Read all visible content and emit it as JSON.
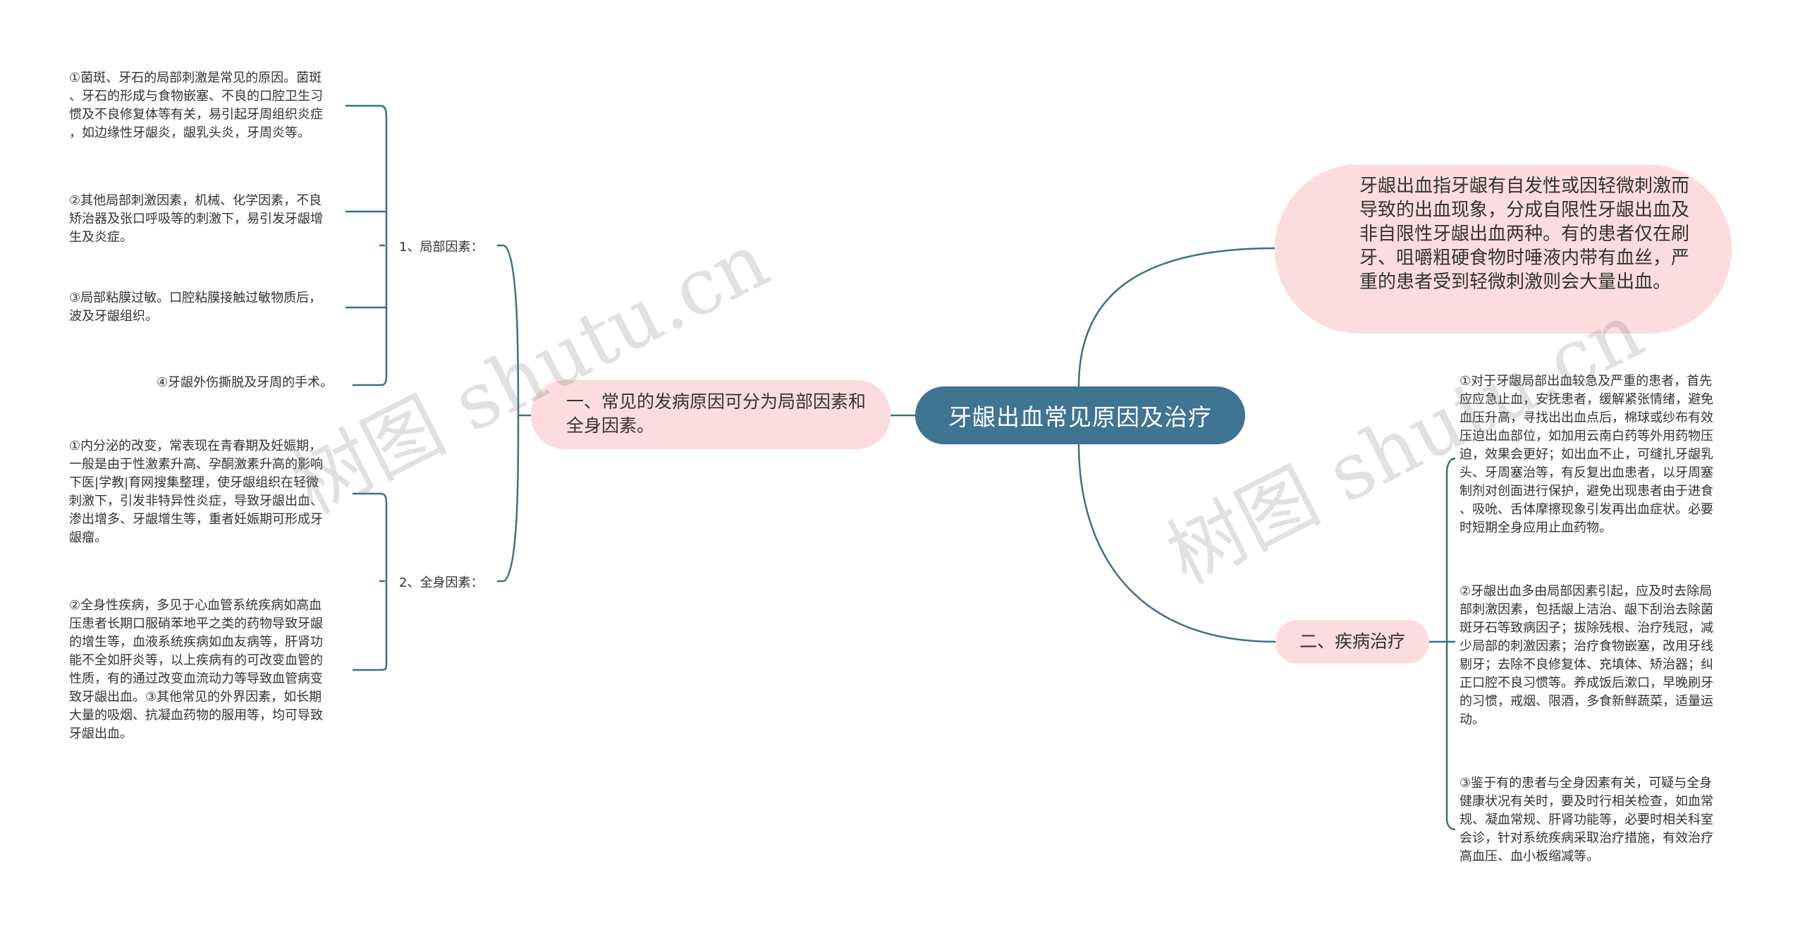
{
  "colors": {
    "root_bg": "#3f7493",
    "pink_node": "#fcdcdc",
    "link": "#3d6f87"
  },
  "root": {
    "text": "牙龈出血常见原因及治疗"
  },
  "definition": {
    "text": "牙龈出血指牙龈有自发性或因轻微刺激而导致的出血现象，分成自限性牙龈出血及非自限性牙龈出血两种。有的患者仅在刷牙、咀嚼粗硬食物时唾液内带有血丝，严重的患者受到轻微刺激则会大量出血。"
  },
  "causes": {
    "title": "一、常见的发病原因可分为局部因素和全身因素。",
    "local": {
      "label": "1、局部因素：",
      "items": [
        "①菌斑、牙石的局部刺激是常见的原因。菌斑\n、牙石的形成与食物嵌塞、不良的口腔卫生习\n惯及不良修复体等有关，易引起牙周组织炎症\n，如边缘性牙龈炎，龈乳头炎，牙周炎等。",
        "②其他局部刺激因素，机械、化学因素，不良\n矫治器及张口呼吸等的刺激下，易引发牙龈增\n生及炎症。",
        "③局部粘膜过敏。口腔粘膜接触过敏物质后，\n波及牙龈组织。",
        "④牙龈外伤撕脱及牙周的手术。"
      ]
    },
    "systemic": {
      "label": "2、全身因素：",
      "items": [
        "①内分泌的改变，常表现在青春期及妊娠期，\n一般是由于性激素升高、孕酮激素升高的影响\n下医|学教|育网搜集整理，使牙龈组织在轻微\n刺激下，引发非特异性炎症，导致牙龈出血、\n渗出增多、牙龈增生等，重者妊娠期可形成牙\n龈瘤。",
        "②全身性疾病，多见于心血管系统疾病如高血\n压患者长期口服硝苯地平之类的药物导致牙龈\n的增生等，血液系统疾病如血友病等，肝肾功\n能不全如肝炎等，以上疾病有的可改变血管的\n性质，有的通过改变血流动力等导致血管病变\n致牙龈出血。③其他常见的外界因素，如长期\n大量的吸烟、抗凝血药物的服用等，均可导致\n牙龈出血。"
      ]
    }
  },
  "treatment": {
    "title": "二、疾病治疗",
    "items": [
      "①对于牙龈局部出血较急及严重的患者，首先\n应应急止血，安抚患者，缓解紧张情绪，避免\n血压升高，寻找出出血点后，棉球或纱布有效\n压迫出血部位，如加用云南白药等外用药物压\n迫，效果会更好；如出血不止，可缝扎牙龈乳\n头、牙周塞治等，有反复出血患者，以牙周塞\n制剂对创面进行保护，避免出现患者由于进食\n、吸吮、舌体摩擦现象引发再出血症状。必要\n时短期全身应用止血药物。",
      "②牙龈出血多由局部因素引起，应及时去除局\n部刺激因素，包括龈上洁治、龈下刮治去除菌\n斑牙石等致病因子；拔除残根、治疗残冠，减\n少局部的刺激因素；治疗食物嵌塞，改用牙线\n剔牙；去除不良修复体、充填体、矫治器；纠\n正口腔不良习惯等。养成饭后漱口，早晚刷牙\n的习惯，戒烟、限酒，多食新鲜蔬菜，适量运\n动。",
      "③鉴于有的患者与全身因素有关，可疑与全身\n健康状况有关时，要及时行相关检查，如血常\n规、凝血常规、肝肾功能等，必要时相关科室\n会诊，针对系统疾病采取治疗措施，有效治疗\n高血压、血小板缩减等。"
    ]
  },
  "watermarks": [
    "树图 shutu.cn",
    "树图 shutu.cn"
  ]
}
